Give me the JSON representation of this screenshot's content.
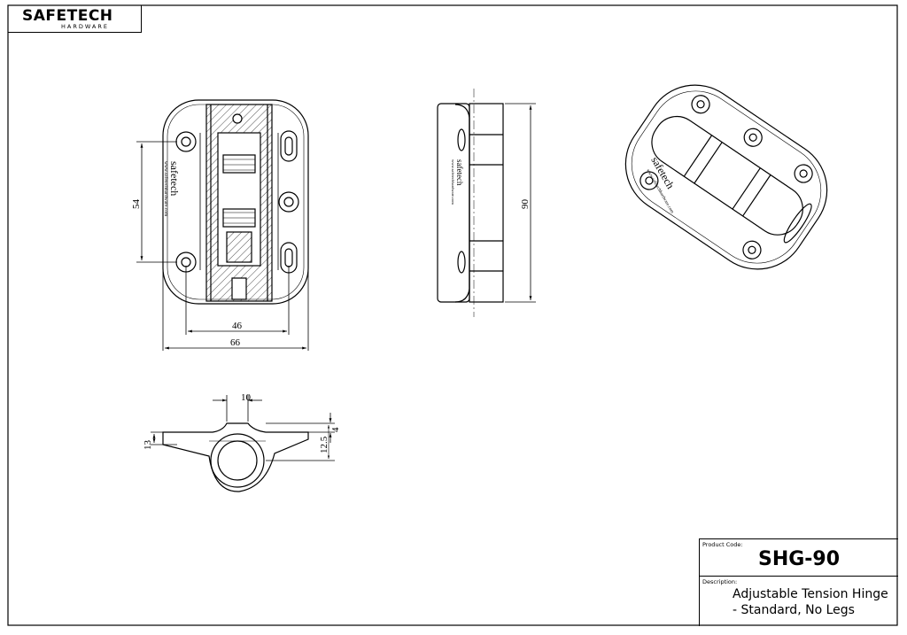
{
  "logo": {
    "brand": "SAFETECH",
    "sub": "HARDWARE"
  },
  "dimensions": {
    "height_54": "54",
    "width_46": "46",
    "width_66": "66",
    "height_90": "90",
    "width_10": "10",
    "height_13": "13",
    "height_12_5": "12.5",
    "height_4": "4"
  },
  "engraving": {
    "brand": "safetech",
    "url": "www.safetechhardware.com"
  },
  "title_block": {
    "product_code_label": "Product Code:",
    "product_code": "SHG-90",
    "description_label": "Description:",
    "description_line1": "Adjustable Tension Hinge",
    "description_line2": "- Standard, No Legs"
  },
  "colors": {
    "line": "#000000",
    "background": "#ffffff"
  }
}
